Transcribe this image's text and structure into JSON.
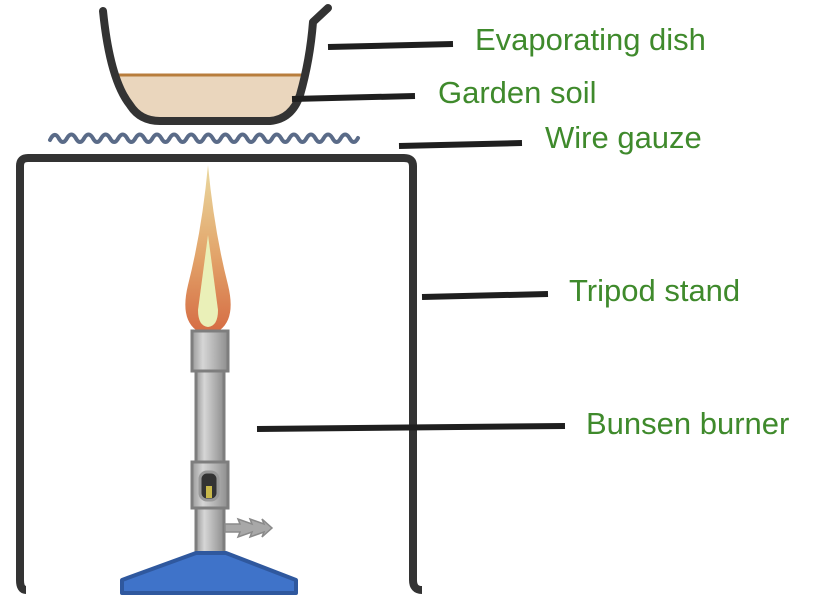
{
  "labels": {
    "evaporating_dish": "Evaporating dish",
    "garden_soil": "Garden soil",
    "wire_gauze": "Wire gauze",
    "tripod_stand": "Tripod stand",
    "bunsen_burner": "Bunsen burner"
  },
  "colors": {
    "label_text": "#3f8a2c",
    "soil": "#ead6bd",
    "soil_surface": "#b87d3c",
    "gauze": "#5a6b88",
    "burner_base": "#3f73c9",
    "flame_outer": "#d9784a",
    "flame_inner": "#eaf0b8"
  }
}
